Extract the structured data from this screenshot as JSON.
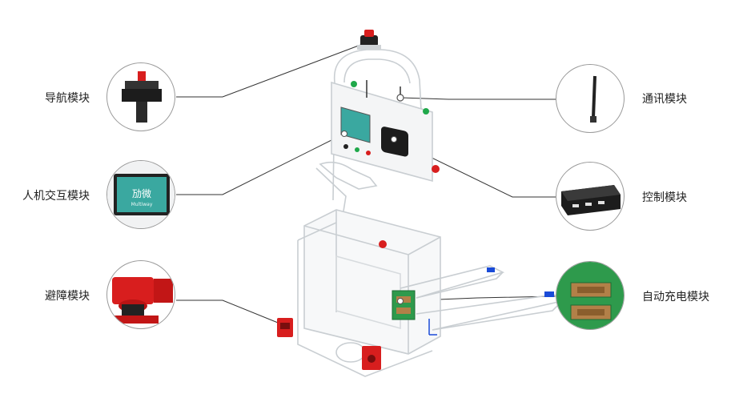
{
  "modules": {
    "nav": {
      "label": "导航模块"
    },
    "hmi": {
      "label": "人机交互模块",
      "screen_brand": "Multiway"
    },
    "avoid": {
      "label": "避障模块"
    },
    "comm": {
      "label": "通讯模块"
    },
    "ctrl": {
      "label": "控制模块"
    },
    "charge": {
      "label": "自动充电模块"
    }
  },
  "colors": {
    "accent_red": "#d81e1e",
    "accent_green": "#1fa84a",
    "hmi_screen": "#3aa8a0",
    "charge_board": "#2e9a4c",
    "line": "#333333",
    "body_outline": "#c9ced2"
  }
}
